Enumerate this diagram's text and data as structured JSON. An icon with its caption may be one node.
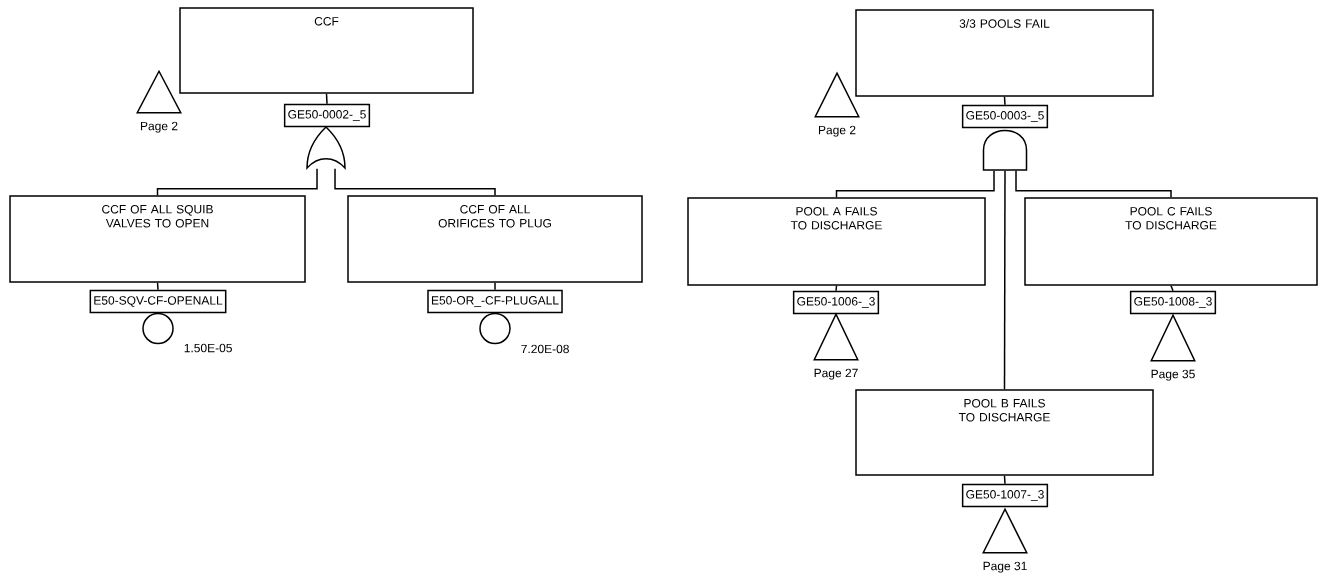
{
  "diagram": {
    "nodes": [
      {
        "text": [
          "CCF"
        ]
      },
      {
        "text": [],
        "shape": "triangle",
        "beside": [
          "Page 2"
        ]
      },
      {
        "text": [
          "GE50-0002-_5"
        ]
      },
      {
        "text": [],
        "shape": "gate"
      },
      {
        "text": [
          "CCF OF ALL SQUIB VALVES TO OPEN"
        ]
      },
      {
        "text": [
          "E50-SQV-CF-OPENALL"
        ]
      },
      {
        "text": [],
        "shape": "circle",
        "beside": [
          "1.50E-05"
        ]
      },
      {
        "text": [
          "CCF OF ALL ORIFICES TO PLUG"
        ]
      },
      {
        "text": [
          "E50-OR_-CF-PLUGALL"
        ]
      },
      {
        "text": [],
        "shape": "circle",
        "beside": [
          "7.20E-08"
        ]
      },
      {
        "text": [
          "3/3 POOLS FAIL"
        ]
      },
      {
        "text": [],
        "shape": "triangle",
        "beside": [
          "Page 2"
        ]
      },
      {
        "text": [
          "GE50-0003-_5"
        ]
      },
      {
        "text": [],
        "shape": "gate"
      },
      {
        "text": [
          "POOL A FAILS TO DISCHARGE"
        ]
      },
      {
        "text": [
          "GE50-1006-_3"
        ]
      },
      {
        "text": [],
        "shape": "triangle",
        "beside": [
          "Page 27"
        ]
      },
      {
        "text": [
          "POOL  C FAILS TO DISCHARGE"
        ]
      },
      {
        "text": [
          "GE50-1008-_3"
        ]
      },
      {
        "text": [],
        "shape": "triangle",
        "beside": [
          "Page 35"
        ]
      },
      {
        "text": [
          "POOL B FAILS TO DISCHARGE"
        ]
      },
      {
        "text": [
          "GE50-1007-_3"
        ]
      },
      {
        "text": [],
        "shape": "triangle",
        "beside": [
          "Page 31"
        ]
      }
    ],
    "edges": [
      {
        "from": 0,
        "to": 2,
        "arrow": "none"
      },
      {
        "from": 3,
        "to": 4,
        "arrow": "none"
      },
      {
        "from": 3,
        "to": 7,
        "arrow": "none"
      },
      {
        "from": 4,
        "to": 5,
        "arrow": "none"
      },
      {
        "from": 7,
        "to": 8,
        "arrow": "none"
      },
      {
        "from": 10,
        "to": 12,
        "arrow": "none"
      },
      {
        "from": 13,
        "to": 14,
        "arrow": "none"
      },
      {
        "from": 13,
        "to": 20,
        "arrow": "none"
      },
      {
        "from": 13,
        "to": 17,
        "arrow": "none"
      },
      {
        "from": 14,
        "to": 15,
        "arrow": "none"
      },
      {
        "from": 17,
        "to": 18,
        "arrow": "none"
      },
      {
        "from": 20,
        "to": 21,
        "arrow": "none"
      }
    ]
  }
}
